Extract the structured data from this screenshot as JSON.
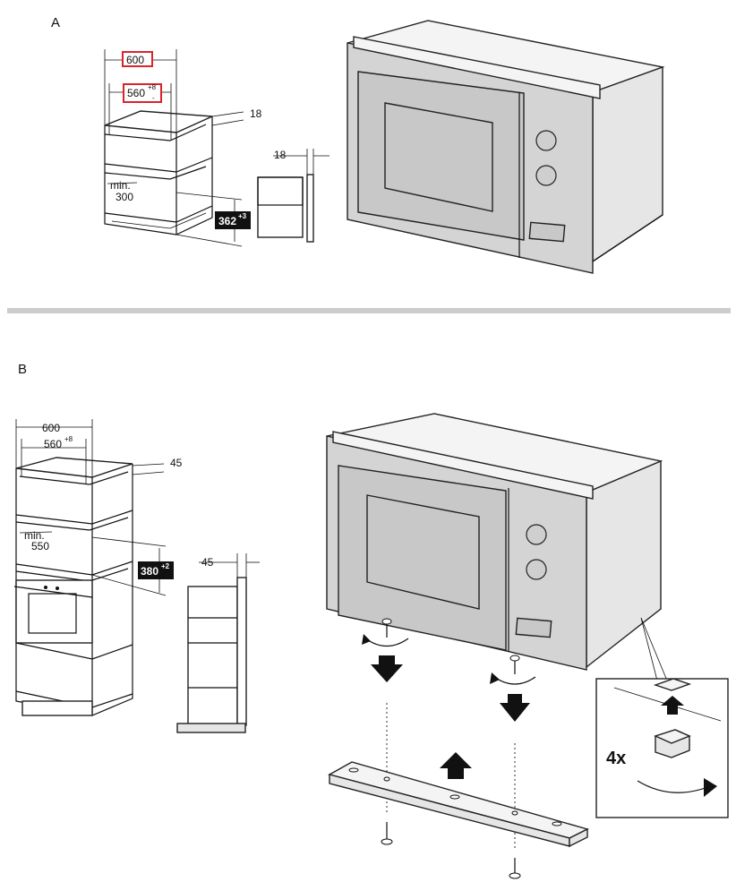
{
  "sections": [
    {
      "label": "A",
      "cabinet_width": "600",
      "niche_width": "560",
      "niche_width_tol": "+8",
      "niche_width_tol2": "-",
      "side_thickness": "18",
      "min_label": "min.",
      "min_depth": "300",
      "niche_height": "362",
      "niche_height_tol": "+3",
      "detail_thickness": "18",
      "highlight_color": "#d9242b"
    },
    {
      "label": "B",
      "cabinet_width": "600",
      "niche_width": "560",
      "niche_width_tol": "+8",
      "side_thickness": "45",
      "min_label": "min.",
      "min_depth": "550",
      "niche_height": "380",
      "niche_height_tol": "+2",
      "detail_thickness": "45",
      "repeat_count": "4x"
    }
  ],
  "divider_color": "#cccccc"
}
